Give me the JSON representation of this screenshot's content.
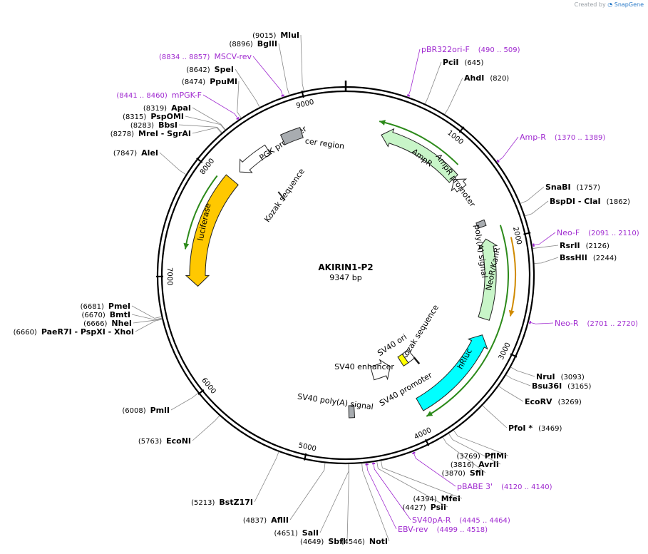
{
  "credit": {
    "prefix": "Created by",
    "brand": "SnapGene"
  },
  "plasmid": {
    "name": "AKIRIN1-P2",
    "length_label": "9347 bp",
    "length": 9347
  },
  "ticks": [
    {
      "pos": 1000,
      "label": "1000"
    },
    {
      "pos": 2000,
      "label": "2000"
    },
    {
      "pos": 3000,
      "label": "3000"
    },
    {
      "pos": 4000,
      "label": "4000"
    },
    {
      "pos": 5000,
      "label": "5000"
    },
    {
      "pos": 6000,
      "label": "6000"
    },
    {
      "pos": 7000,
      "label": "7000"
    },
    {
      "pos": 8000,
      "label": "8000"
    },
    {
      "pos": 9000,
      "label": "9000"
    }
  ],
  "enzymes": [
    {
      "name": "MluI",
      "pos_label": "(9015)",
      "pos": 9015
    },
    {
      "name": "BglII",
      "pos_label": "(8896)",
      "pos": 8896
    },
    {
      "name": "SpeI",
      "pos_label": "(8642)",
      "pos": 8642
    },
    {
      "name": "PpuMI",
      "pos_label": "(8474)",
      "pos": 8474
    },
    {
      "name": "ApaI",
      "pos_label": "(8319)",
      "pos": 8319
    },
    {
      "name": "PspOMI",
      "pos_label": "(8315)",
      "pos": 8315
    },
    {
      "name": "BbsI",
      "pos_label": "(8283)",
      "pos": 8283
    },
    {
      "name": "MreI - SgrAI",
      "pos_label": "(8278)",
      "pos": 8278
    },
    {
      "name": "AleI",
      "pos_label": "(7847)",
      "pos": 7847
    },
    {
      "name": "PmeI",
      "pos_label": "(6681)",
      "pos": 6681
    },
    {
      "name": "BmtI",
      "pos_label": "(6670)",
      "pos": 6670
    },
    {
      "name": "NheI",
      "pos_label": "(6666)",
      "pos": 6666
    },
    {
      "name": "PaeR7I - PspXI - XhoI",
      "pos_label": "(6660)",
      "pos": 6660
    },
    {
      "name": "PmlI",
      "pos_label": "(6008)",
      "pos": 6008
    },
    {
      "name": "EcoNI",
      "pos_label": "(5763)",
      "pos": 5763
    },
    {
      "name": "BstZ17I",
      "pos_label": "(5213)",
      "pos": 5213
    },
    {
      "name": "AflII",
      "pos_label": "(4837)",
      "pos": 4837
    },
    {
      "name": "SalI",
      "pos_label": "(4651)",
      "pos": 4651
    },
    {
      "name": "SbfI",
      "pos_label": "(4649)",
      "pos": 4649
    },
    {
      "name": "NotI",
      "pos_label": "(4546)",
      "pos": 4546
    },
    {
      "name": "PsiI",
      "pos_label": "(4427)",
      "pos": 4427
    },
    {
      "name": "MfeI",
      "pos_label": "(4394)",
      "pos": 4394
    },
    {
      "name": "SfiI",
      "pos_label": "(3870)",
      "pos": 3870
    },
    {
      "name": "AvrII",
      "pos_label": "(3816)",
      "pos": 3816
    },
    {
      "name": "PflMI",
      "pos_label": "(3769)",
      "pos": 3769
    },
    {
      "name": "PfoI *",
      "pos_label": "(3469)",
      "pos": 3469
    },
    {
      "name": "EcoRV",
      "pos_label": "(3269)",
      "pos": 3269
    },
    {
      "name": "Bsu36I",
      "pos_label": "(3165)",
      "pos": 3165
    },
    {
      "name": "NruI",
      "pos_label": "(3093)",
      "pos": 3093
    },
    {
      "name": "BssHII",
      "pos_label": "(2244)",
      "pos": 2244
    },
    {
      "name": "RsrII",
      "pos_label": "(2126)",
      "pos": 2126
    },
    {
      "name": "BspDI - ClaI",
      "pos_label": "(1862)",
      "pos": 1862
    },
    {
      "name": "SnaBI",
      "pos_label": "(1757)",
      "pos": 1757
    },
    {
      "name": "AhdI",
      "pos_label": "(820)",
      "pos": 820
    },
    {
      "name": "PciI",
      "pos_label": "(645)",
      "pos": 645
    }
  ],
  "primers": [
    {
      "name": "pBR322ori-F",
      "range_label": "(490 .. 509)",
      "pos": 500
    },
    {
      "name": "Amp-R",
      "range_label": "(1370 .. 1389)",
      "pos": 1380
    },
    {
      "name": "Neo-F",
      "range_label": "(2091 .. 2110)",
      "pos": 2100
    },
    {
      "name": "Neo-R",
      "range_label": "(2701 .. 2720)",
      "pos": 2710
    },
    {
      "name": "pBABE 3'",
      "range_label": "(4120 .. 4140)",
      "pos": 4130
    },
    {
      "name": "SV40pA-R",
      "range_label": "(4445 .. 4464)",
      "pos": 4455
    },
    {
      "name": "EBV-rev",
      "range_label": "(4499 .. 4518)",
      "pos": 4508
    },
    {
      "name": "mPGK-F",
      "range_label": "(8441 .. 8460)",
      "pos": 8450
    },
    {
      "name": "MSCV-rev",
      "range_label": "(8834 .. 8857)",
      "pos": 8845
    }
  ],
  "features": [
    {
      "label": "AmpR",
      "color": "#c8f5c8"
    },
    {
      "label": "AmpR promoter",
      "color": "#ffffff"
    },
    {
      "label": "NeoR/KanR",
      "color": "#c8f5c8"
    },
    {
      "label": "poly(A) signal",
      "color": "#a8acb0"
    },
    {
      "label": "hRluc",
      "color": "#00ffff"
    },
    {
      "label": "SV40 promoter",
      "color": "#ffffff"
    },
    {
      "label": "SV40 ori",
      "color": "#ffffff"
    },
    {
      "label": "Kozak sequence",
      "color": "#000000"
    },
    {
      "label": "SV40 enhancer",
      "color": "#ffff00"
    },
    {
      "label": "SV40 poly(A) signal",
      "color": "#a8acb0"
    },
    {
      "label": "luciferase",
      "color": "#ffc800"
    },
    {
      "label": "Kozak sequence",
      "color": "#000000"
    },
    {
      "label": "PGK promoter",
      "color": "#ffffff"
    },
    {
      "label": "cer region",
      "color": "#a8acb0"
    }
  ],
  "colors": {
    "primer": "#a02bd0",
    "orf_green": "#2c8a1a",
    "orf_orange": "#d08a00",
    "backbone": "#000000"
  }
}
